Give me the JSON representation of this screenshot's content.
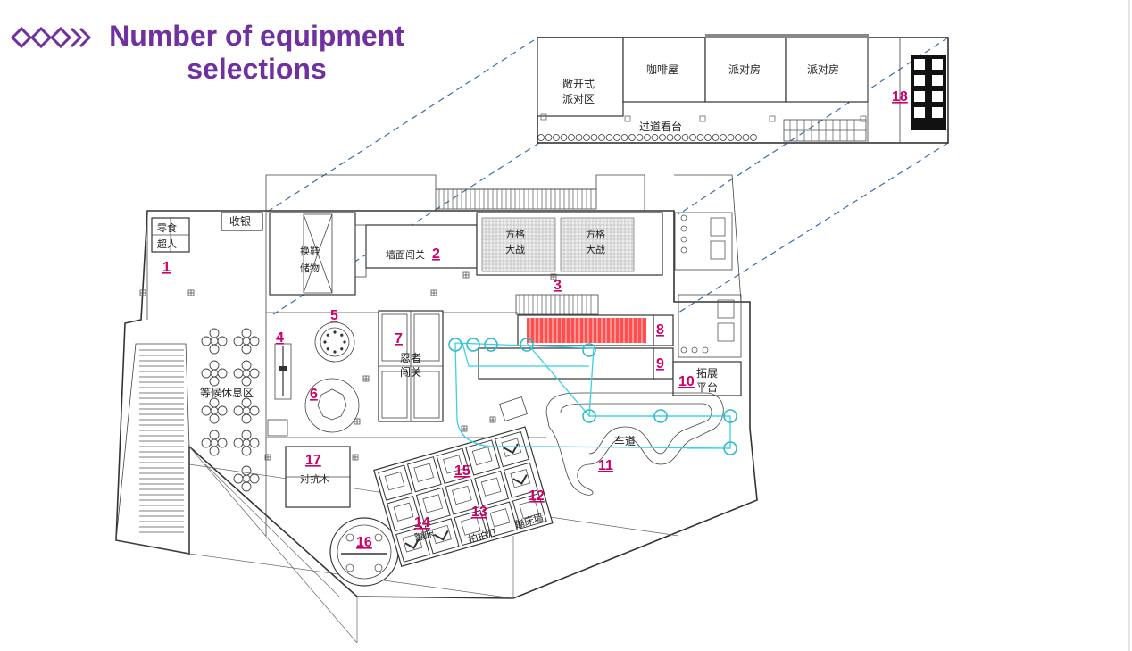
{
  "title": "Number of equipment selections",
  "accent_color": "#7030a0",
  "number_color": "#cc0066",
  "deco_icon": "chevron-chain-icon",
  "labels": {
    "snack_1": "零食",
    "snack_2": "超人",
    "cashier": "收银",
    "storage_1": "换鞋",
    "storage_2": "储物",
    "wall_challenge": "墙面闯关",
    "grid_a_1": "方格",
    "grid_a_2": "大战",
    "grid_b_1": "方格",
    "grid_b_2": "大战",
    "waiting_area": "等候休息区",
    "ninja_1": "忍者",
    "ninja_2": "闯关",
    "expansion_1": "拓展",
    "expansion_2": "平台",
    "track": "车道",
    "battle_wood": "对抗木",
    "game_a": "拍拍灯",
    "game_b": "蹦床墙",
    "game_c": "蹦床",
    "open_party_1": "敞开式",
    "open_party_2": "派对区",
    "cafe": "咖啡屋",
    "party_1": "派对房",
    "party_2": "派对房",
    "aisle_stand": "过道看台"
  },
  "numbers": [
    "1",
    "2",
    "3",
    "4",
    "5",
    "6",
    "7",
    "8",
    "9",
    "10",
    "11",
    "12",
    "13",
    "14",
    "15",
    "16",
    "17",
    "18"
  ]
}
